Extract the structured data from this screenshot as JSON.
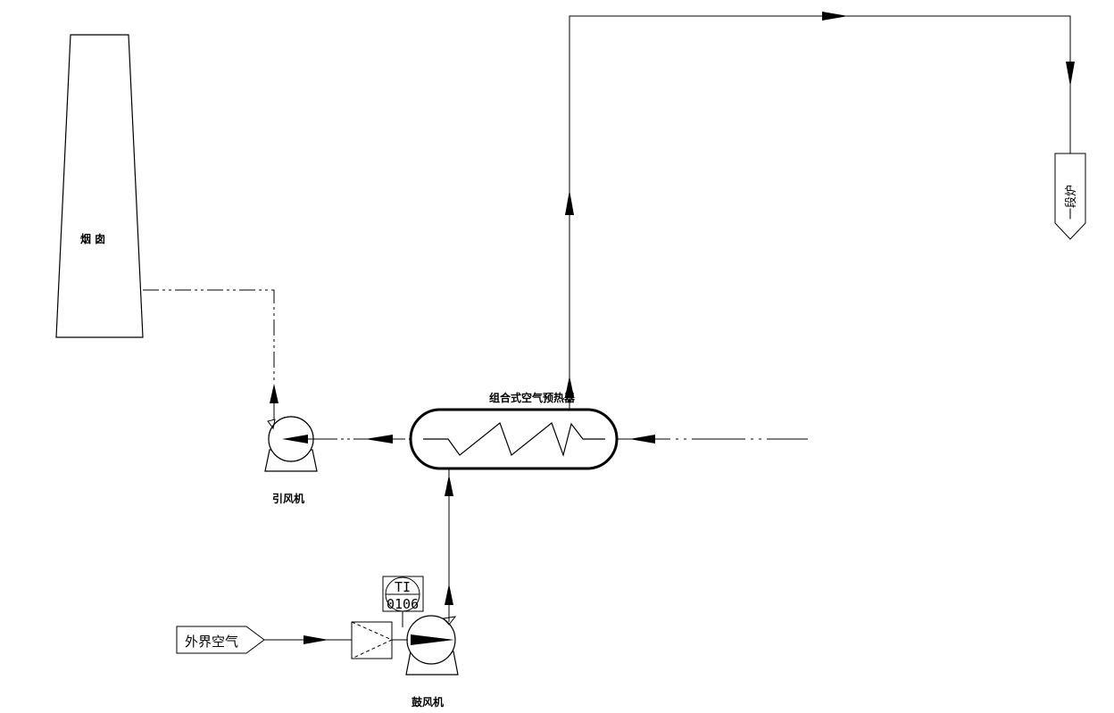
{
  "labels": {
    "chimney": "烟 囱",
    "induced_fan": "引风机",
    "heat_exchanger": "组合式空气预热器",
    "forced_fan": "鼓风机",
    "outside_air": "外界空气",
    "furnace": "一段炉"
  },
  "instrument": {
    "tag": "TI",
    "number": "0106"
  }
}
